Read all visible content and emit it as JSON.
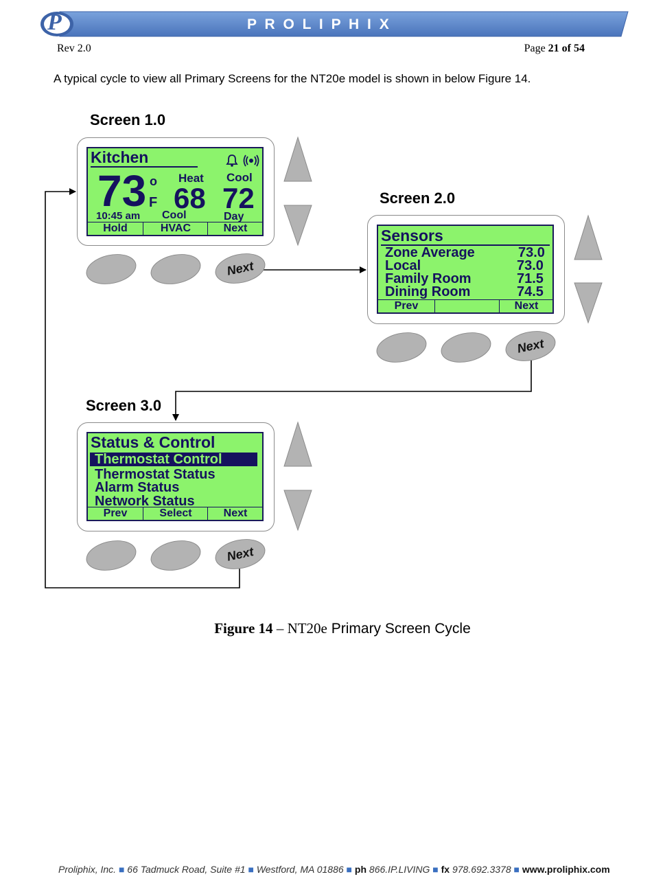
{
  "header": {
    "brand": "P R O L I P H I X",
    "logo_letter": "P",
    "rev": "Rev 2.0",
    "page_prefix": "Page",
    "page_current": "21 of 54"
  },
  "intro": "A typical cycle to view all Primary Screens for the NT20e model is shown in below Figure 14.",
  "screen1": {
    "title": "Screen 1.0",
    "name": "Kitchen",
    "temp": "73",
    "deg": "o",
    "unit": "F",
    "heat_label": "Heat",
    "heat_value": "68",
    "cool_label": "Cool",
    "cool_value": "72",
    "time": "10:45 am",
    "mode": "Cool",
    "period": "Day",
    "keys": [
      "Hold",
      "HVAC",
      "Next"
    ],
    "button_label": "Next"
  },
  "screen2": {
    "title": "Screen 2.0",
    "header": "Sensors",
    "rows": [
      {
        "name": "Zone Average",
        "value": "73.0"
      },
      {
        "name": "Local",
        "value": "73.0"
      },
      {
        "name": "Family Room",
        "value": "71.5"
      },
      {
        "name": "Dining Room",
        "value": "74.5"
      }
    ],
    "keys": [
      "Prev",
      "",
      "Next"
    ],
    "button_label": "Next"
  },
  "screen3": {
    "title": "Screen 3.0",
    "header": "Status & Control",
    "items": [
      "Thermostat Control",
      "Thermostat Status",
      "Alarm Status",
      "Network Status"
    ],
    "keys": [
      "Prev",
      "Select",
      "Next"
    ],
    "button_label": "Next"
  },
  "caption": {
    "fig": "Figure 14",
    "dash": " – ",
    "model": "NT20e",
    "rest": " Primary Screen Cycle"
  },
  "footer": {
    "company": "Proliphix, Inc.",
    "address": "66 Tadmuck Road, Suite #1",
    "city": "Westford, MA 01886",
    "ph_label": "ph",
    "ph": "866.IP.LIVING",
    "fx_label": "fx",
    "fx": "978.692.3378",
    "web": "www.proliphix.com"
  },
  "colors": {
    "lcd": "#8cf36c",
    "lcd_text": "#15125e",
    "banner": "#5b86c9"
  },
  "icons": [
    "bell-icon",
    "wireless-icon",
    "up-arrow-icon",
    "down-arrow-icon"
  ]
}
